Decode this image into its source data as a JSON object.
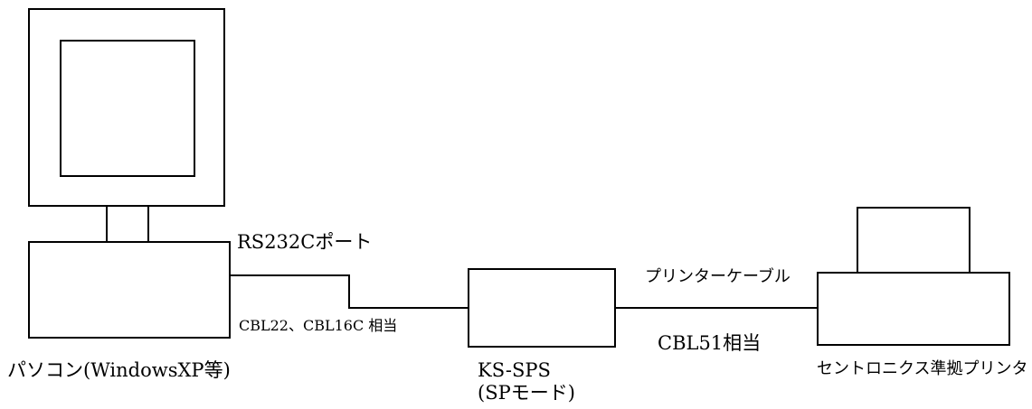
{
  "colors": {
    "stroke": "#000000",
    "background": "#ffffff"
  },
  "devices": {
    "pc": {
      "label": "パソコン(WindowsXP等)"
    },
    "converter": {
      "label_line1": "KS-SPS",
      "label_line2": "(SPモード)"
    },
    "printer": {
      "label": "セントロニクス準拠プリンタ"
    }
  },
  "ports": {
    "rs232c": "RS232Cポート"
  },
  "cables": {
    "pc_to_converter": "CBL22、CBL16C 相当",
    "printer_cable": "プリンターケーブル",
    "converter_to_printer": "CBL51相当"
  }
}
